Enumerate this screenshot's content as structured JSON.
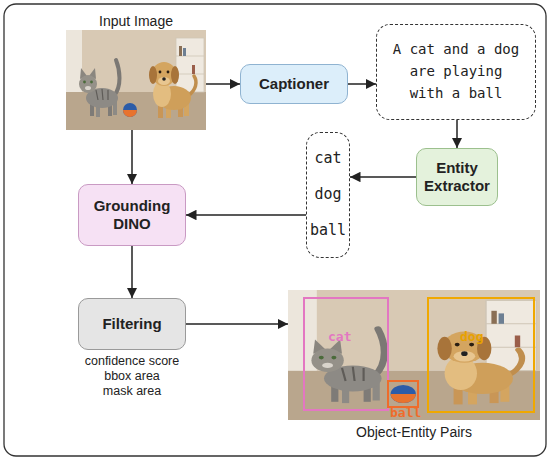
{
  "diagram": {
    "nodes": [
      {
        "text": [
          "Input Image"
        ]
      },
      {
        "text": [
          "Captioner"
        ]
      },
      {
        "text": [
          "A cat and a dog are playing with a ball"
        ]
      },
      {
        "text": [
          "Entity Extractor"
        ]
      },
      {
        "text": [
          "cat",
          "dog",
          "ball"
        ]
      },
      {
        "text": [
          "Grounding DINO"
        ]
      },
      {
        "text": [
          "Filtering"
        ]
      },
      {
        "text": [
          "Object-Entity Pairs"
        ]
      }
    ],
    "edges": [
      {
        "from": 0,
        "to": 1,
        "arrow": "to"
      },
      {
        "from": 1,
        "to": 2,
        "arrow": "to"
      },
      {
        "from": 2,
        "to": 3,
        "arrow": "to"
      },
      {
        "from": 3,
        "to": 4,
        "arrow": "to"
      },
      {
        "from": 4,
        "to": 5,
        "arrow": "to"
      },
      {
        "from": 0,
        "to": 5,
        "arrow": "to"
      },
      {
        "from": 5,
        "to": 6,
        "arrow": "to"
      },
      {
        "from": 6,
        "to": 7,
        "arrow": "to"
      }
    ],
    "labels": [
      "cat",
      "dog",
      "ball",
      "confidence score",
      "bbox area",
      "mask area"
    ]
  }
}
